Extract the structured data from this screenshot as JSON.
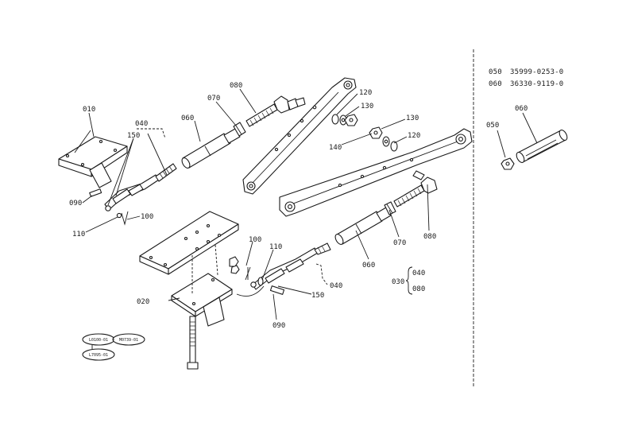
{
  "callouts": {
    "c010": "010",
    "c040_top": "040",
    "c150_top": "150",
    "c060_top": "060",
    "c070_top": "070",
    "c080_top": "080",
    "c120_a": "120",
    "c130_a": "130",
    "c130_b": "130",
    "c140": "140",
    "c120_b": "120",
    "c090_top": "090",
    "c110_top": "110",
    "c100_top": "100",
    "c100_mid": "100",
    "c110_mid": "110",
    "c020": "020",
    "c060_mid": "060",
    "c070_mid": "070",
    "c080_mid": "080",
    "c040_mid": "040",
    "c150_mid": "150",
    "c090_mid": "090",
    "c030": "030",
    "c030_040": "040",
    "c030_080": "080",
    "c050_side": "050",
    "c060_side": "060"
  },
  "parts_list": [
    {
      "ref": "050",
      "part_no": "35999-0253-0"
    },
    {
      "ref": "060",
      "part_no": "36330-9119-0"
    }
  ],
  "ref_codes": {
    "a": "L0100-01",
    "b": "M0739-01",
    "c": "L7095-01"
  }
}
